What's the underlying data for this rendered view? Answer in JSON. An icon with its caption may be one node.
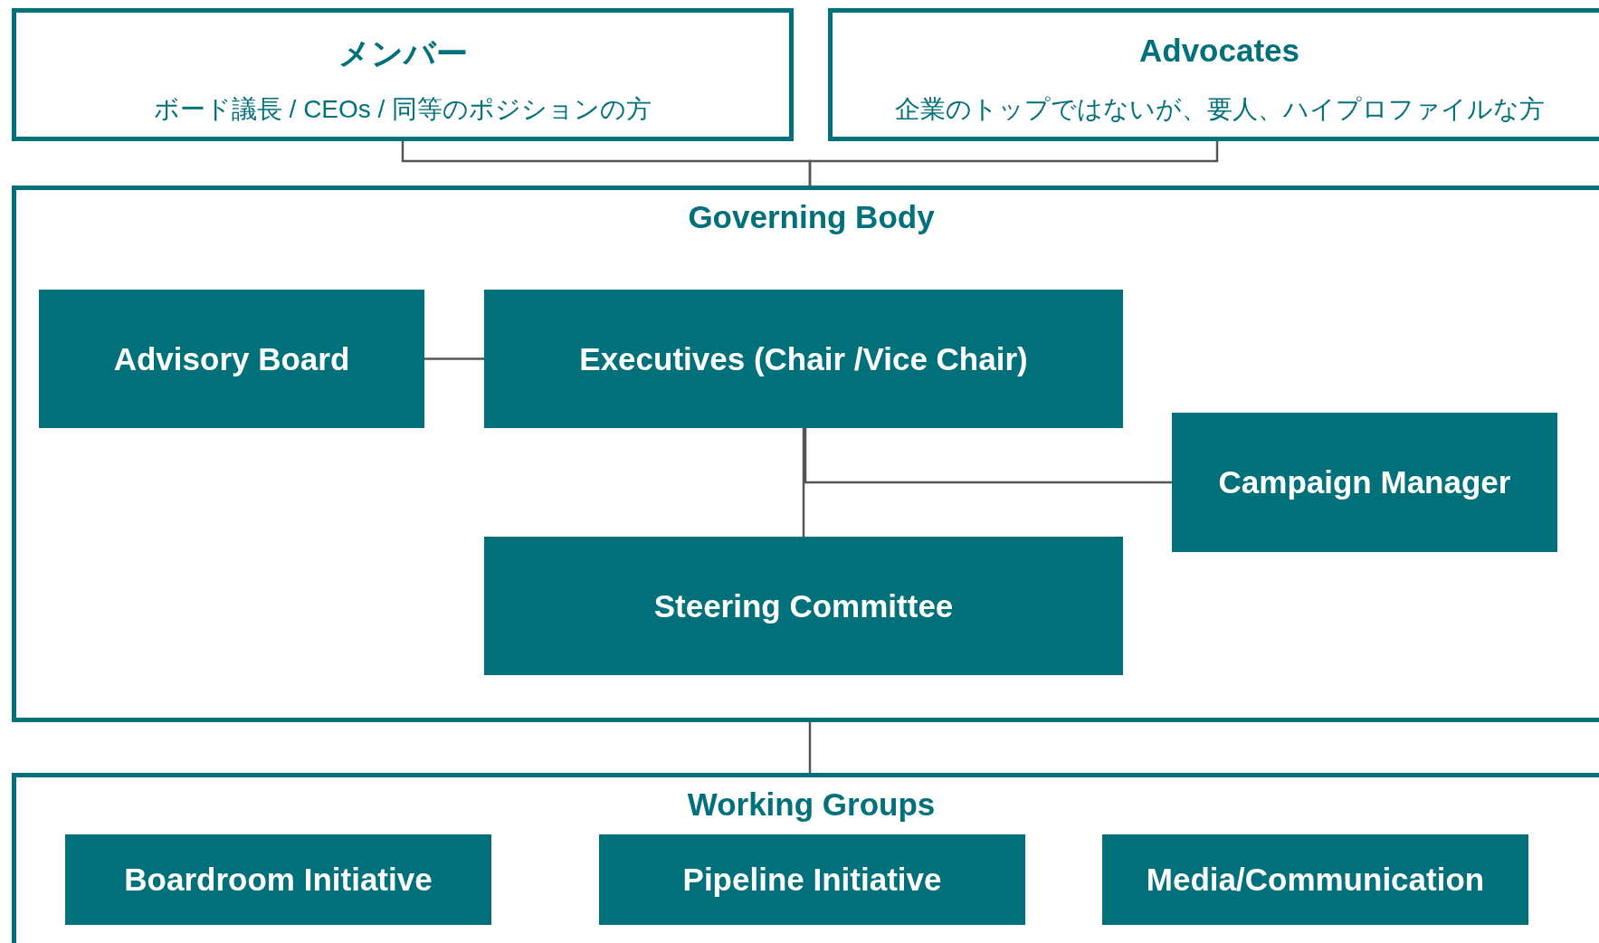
{
  "diagram": {
    "nodes": [
      {
        "text": [
          "メンバー",
          "ボード議長 / CEOs / 同等のポジションの方"
        ]
      },
      {
        "text": [
          "Advocates",
          "企業のトップではないが、要人、ハイプロファイルな方"
        ]
      },
      {
        "text": [
          "Governing Body"
        ]
      },
      {
        "text": [
          "Advisory Board"
        ],
        "in": 2
      },
      {
        "text": [
          "Executives (Chair /Vice Chair)"
        ],
        "in": 2
      },
      {
        "text": [
          "Campaign Manager"
        ],
        "in": 2
      },
      {
        "text": [
          "Steering Committee"
        ],
        "in": 2
      },
      {
        "text": [
          "Working Groups"
        ]
      },
      {
        "text": [
          "Boardroom Initiative"
        ],
        "in": 7
      },
      {
        "text": [
          "Pipeline Initiative"
        ],
        "in": 7
      },
      {
        "text": [
          "Media/Communication"
        ],
        "in": 7
      }
    ],
    "edges": [
      {
        "from": 0,
        "to": 2,
        "arrow": "none"
      },
      {
        "from": 1,
        "to": 2,
        "arrow": "none"
      },
      {
        "from": 3,
        "to": 4,
        "arrow": "none"
      },
      {
        "from": 4,
        "to": 6,
        "arrow": "none"
      },
      {
        "from": 5,
        "to": 4,
        "arrow": "none"
      },
      {
        "from": 2,
        "to": 7,
        "arrow": "none"
      }
    ]
  }
}
